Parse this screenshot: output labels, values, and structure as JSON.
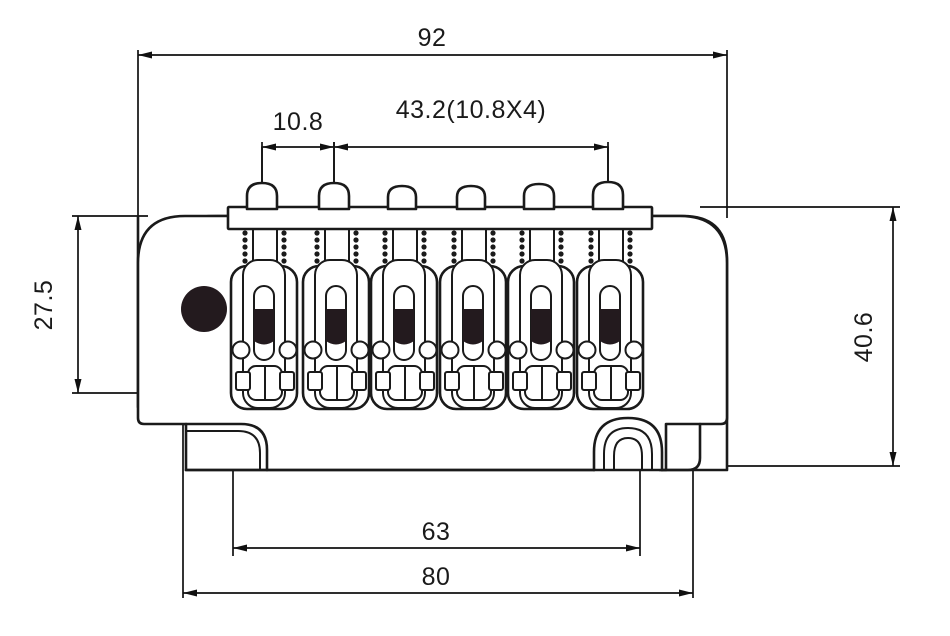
{
  "drawing": {
    "title": "Guitar Tremolo Bridge Technical Drawing",
    "units": "mm",
    "line_color": "#1a1a1a",
    "background_color": "#ffffff",
    "accent_dark": "#231a1e"
  },
  "dimensions": {
    "overall_width_top": "92",
    "string_spacing": "10.8",
    "string_span": "43.2(10.8X4)",
    "height_left": "27.5",
    "height_right": "40.6",
    "mounting_span": "63",
    "base_width": "80"
  },
  "part": {
    "string_saddle_count": 6,
    "string_post_count": 6,
    "mounting_hole_label": "mounting-hole"
  }
}
